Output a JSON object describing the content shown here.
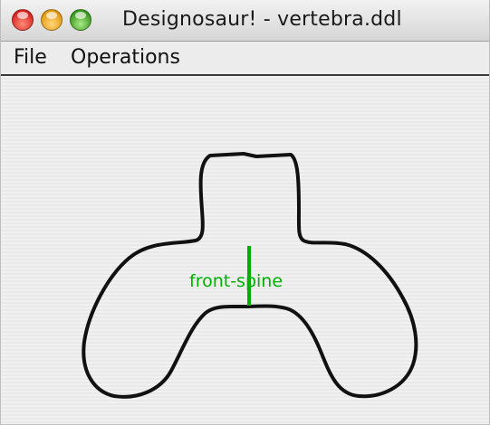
{
  "window": {
    "title": "Designosaur! - vertebra.ddl"
  },
  "menubar": {
    "items": [
      {
        "label": "File"
      },
      {
        "label": "Operations"
      }
    ]
  },
  "canvas": {
    "shape_outline_color": "#111111",
    "spine": {
      "label": "front-spine",
      "color": "#00b000"
    }
  }
}
